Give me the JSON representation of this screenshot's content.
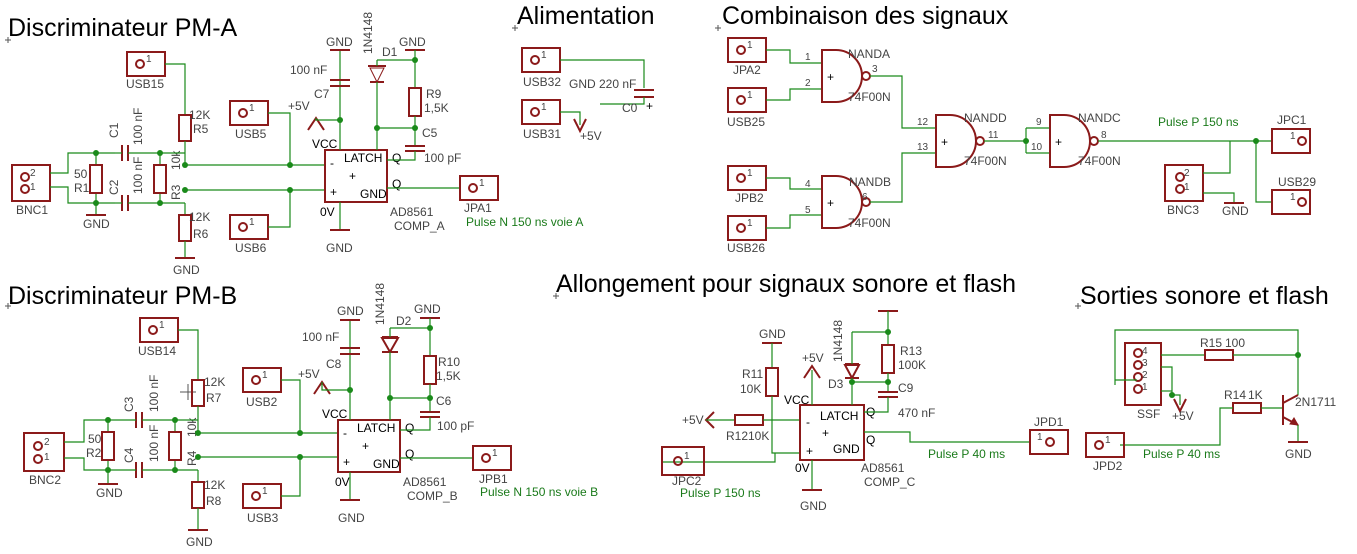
{
  "sections": {
    "pm_a": "Discriminateur PM-A",
    "alim": "Alimentation",
    "combi": "Combinaison des signaux",
    "pm_b": "Discriminateur PM-B",
    "allong": "Allongement pour signaux sonore et flash",
    "sorties": "Sorties sonore et flash"
  },
  "pm_a": {
    "usb15": "USB15",
    "usb5": "USB5",
    "usb6": "USB6",
    "bnc1": "BNC1",
    "r1": "R1",
    "r1v": "50",
    "c1": "C1",
    "c1v": "100 nF",
    "c2": "C2",
    "c2v": "100 nF",
    "r3": "R3",
    "r3v": "10k",
    "r5": "R5",
    "r5v": "12K",
    "r6": "R6",
    "r6v": "12K",
    "c7": "C7",
    "c7v": "100 nF",
    "d1": "D1",
    "d1v": "1N4148",
    "r9": "R9",
    "r9v": "1,5K",
    "c5": "C5",
    "c5v": "100 pF",
    "comp": "AD8561",
    "comp_n": "COMP_A",
    "jpa1": "JPA1",
    "net": "Pulse N 150 ns voie A"
  },
  "pm_b": {
    "usb14": "USB14",
    "usb2": "USB2",
    "usb3": "USB3",
    "bnc2": "BNC2",
    "r2": "R2",
    "r2v": "50",
    "c3": "C3",
    "c3v": "100 nF",
    "c4": "C4",
    "c4v": "100 nF",
    "r4": "R4",
    "r4v": "10k",
    "r7": "R7",
    "r7v": "12K",
    "r8": "R8",
    "r8v": "12K",
    "c8": "C8",
    "c8v": "100 nF",
    "d2": "D2",
    "d2v": "1N4148",
    "r10": "R10",
    "r10v": "1,5K",
    "c6": "C6",
    "c6v": "100 pF",
    "comp": "AD8561",
    "comp_n": "COMP_B",
    "jpb1": "JPB1",
    "net": "Pulse N 150 ns voie B"
  },
  "alim": {
    "usb32": "USB32",
    "usb31": "USB31",
    "c0": "C0",
    "c0v": "220 nF",
    "gnd": "GND",
    "vcc": "+5V"
  },
  "combi": {
    "jpa2": "JPA2",
    "usb25": "USB25",
    "jpb2": "JPB2",
    "usb26": "USB26",
    "nanda": "NANDA",
    "nandb": "NANDB",
    "nandd": "NANDD",
    "nandc": "NANDC",
    "part": "74F00N",
    "jpc1": "JPC1",
    "usb29": "USB29",
    "bnc3": "BNC3",
    "net": "Pulse P 150 ns",
    "pins": [
      "1",
      "2",
      "3",
      "4",
      "5",
      "6",
      "12",
      "13",
      "11",
      "9",
      "10",
      "8"
    ]
  },
  "allong": {
    "r11": "R11",
    "r11v": "10K",
    "r12": "R12",
    "r12v": "10K",
    "d3": "D3",
    "d3v": "1N4148",
    "r13": "R13",
    "r13v": "100K",
    "c9": "C9",
    "c9v": "470 nF",
    "comp": "AD8561",
    "comp_n": "COMP_C",
    "jpc2": "JPC2",
    "jpd1": "JPD1",
    "net_in": "Pulse P 150 ns",
    "net_out": "Pulse P 40 ms"
  },
  "sorties": {
    "ssf": "SSF",
    "r15": "R15",
    "r15v": "100",
    "r14": "R14",
    "r14v": "1K",
    "q": "2N1711",
    "jpd2": "JPD2",
    "net": "Pulse P 40 ms"
  },
  "common": {
    "gnd": "GND",
    "vcc": "VCC",
    "p5v": "+5V",
    "latch": "LATCH",
    "q": "Q",
    "v0": "0V",
    "plus": "+",
    "minus": "-",
    "pin_labels": [
      "1",
      "2",
      "3",
      "4"
    ]
  },
  "colors": {
    "component": "#8b1a1a",
    "wire": "#1a8a1a",
    "net_label": "#1a7a1a",
    "text": "#444444"
  }
}
